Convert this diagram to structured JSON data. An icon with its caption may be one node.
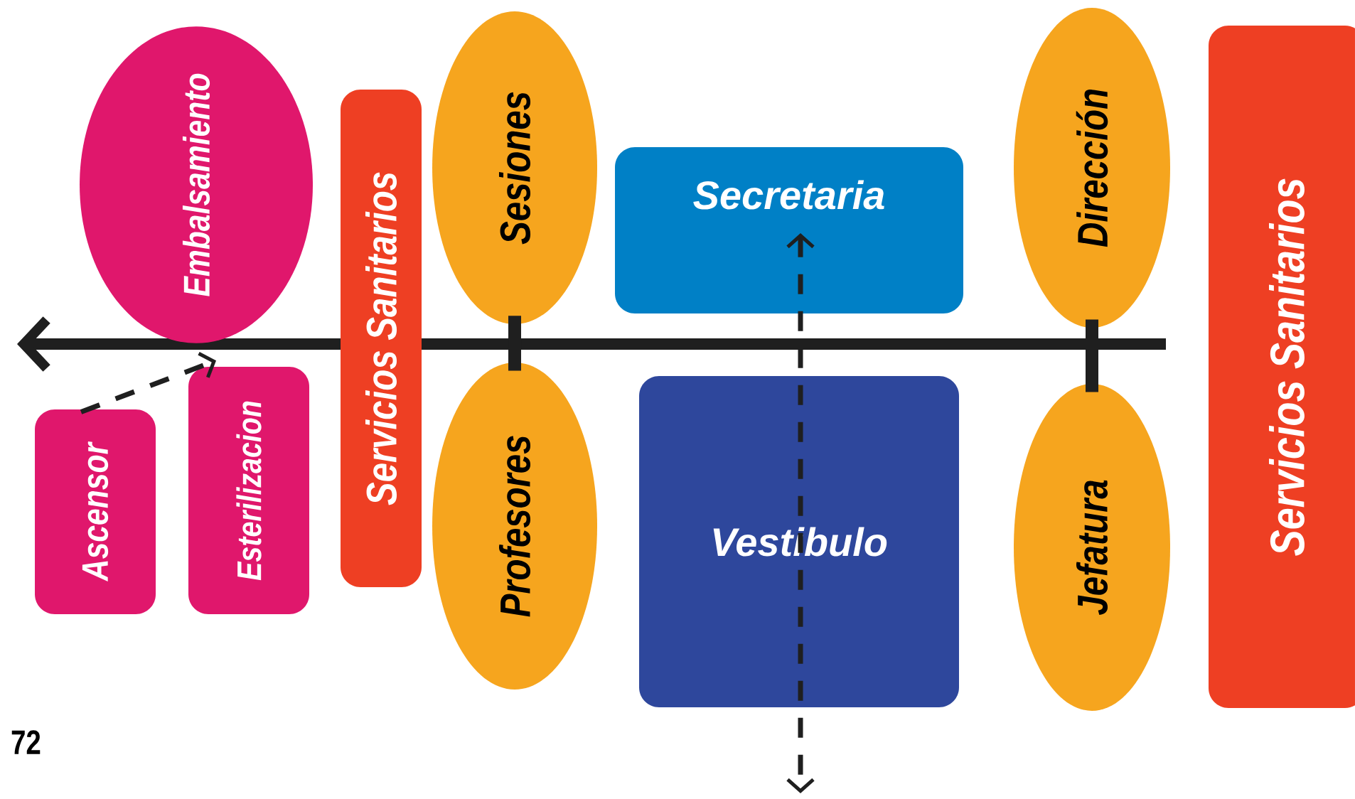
{
  "diagram": {
    "nodes": [
      {
        "text": [
          "Embalsamiento"
        ]
      },
      {
        "text": [
          "Servicios Sanitarios"
        ]
      },
      {
        "text": [
          "Sesiones"
        ]
      },
      {
        "text": [
          "Secretaria"
        ]
      },
      {
        "text": [
          "Dirección"
        ]
      },
      {
        "text": [
          "Servicios Sanitarios"
        ]
      },
      {
        "text": [
          "Ascensor"
        ]
      },
      {
        "text": [
          "Esterilizacion"
        ]
      },
      {
        "text": [
          "Profesores"
        ]
      },
      {
        "text": [
          "Vestibulo"
        ]
      },
      {
        "text": [
          "Jefatura"
        ]
      }
    ],
    "edges": [
      {
        "from": 2,
        "to": 8,
        "arrow": "none",
        "style": "thick"
      },
      {
        "from": 4,
        "to": 10,
        "arrow": "none",
        "style": "thick"
      },
      {
        "from": 6,
        "to": 0,
        "arrow": "to",
        "style": "dashed"
      },
      {
        "from": 3,
        "to": null,
        "arrow": "both",
        "style": "dashed"
      }
    ],
    "labels": [
      "72"
    ]
  }
}
